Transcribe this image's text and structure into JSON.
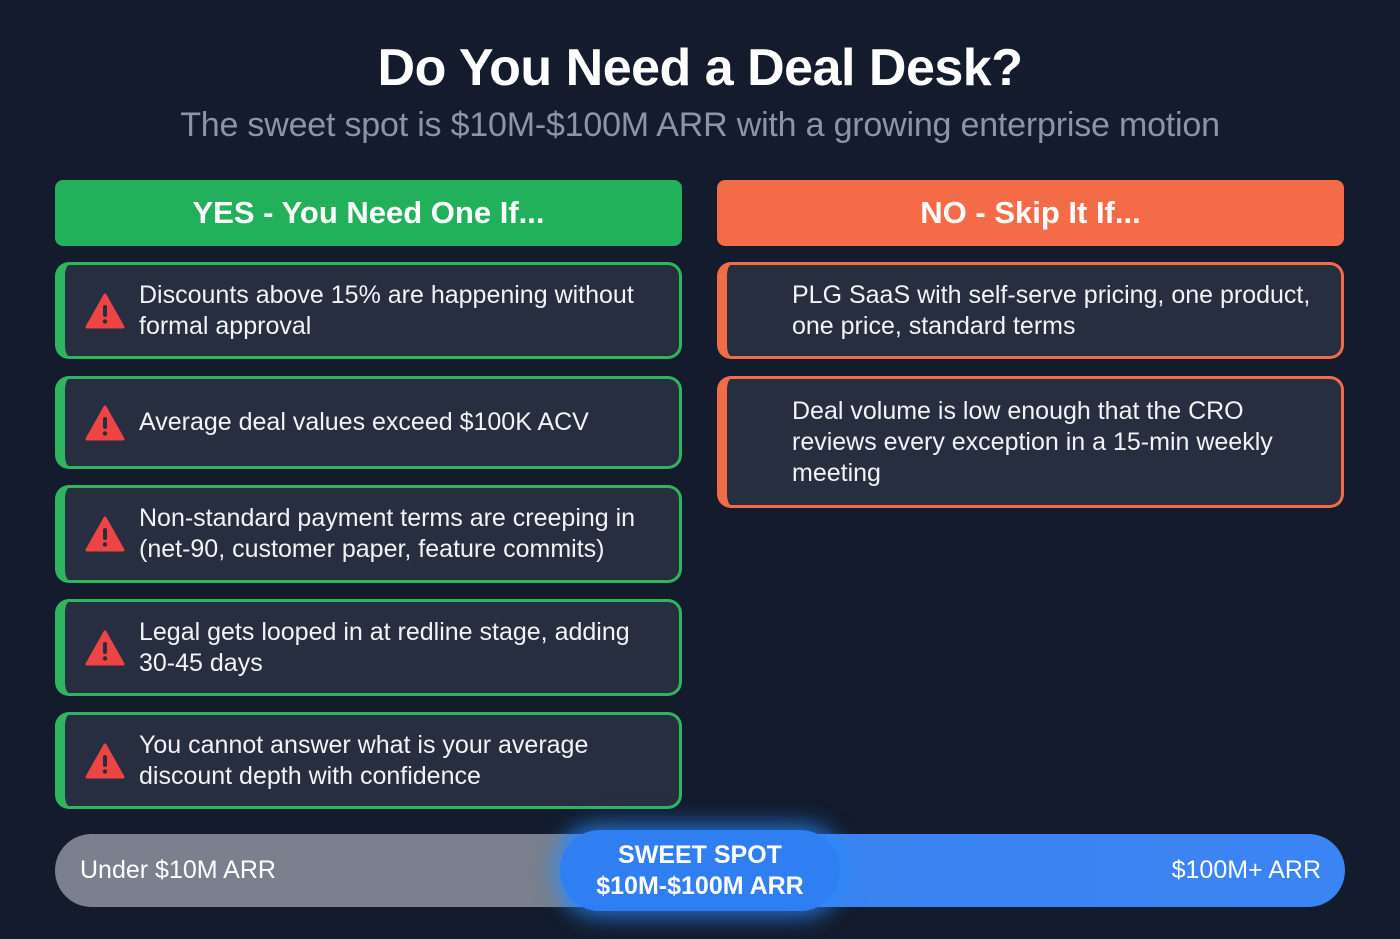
{
  "header": {
    "title": "Do You Need a Deal Desk?",
    "subtitle": "The sweet spot is $10M-$100M ARR with a growing enterprise motion"
  },
  "yes_column": {
    "title": "YES - You Need One If...",
    "color": "#22b15a",
    "items": [
      {
        "icon": "warning-icon",
        "text": "Discounts above 15% are happening without formal approval"
      },
      {
        "icon": "warning-icon",
        "text": "Average deal values exceed $100K ACV"
      },
      {
        "icon": "warning-icon",
        "text": "Non-standard payment terms are creeping in (net-90, customer paper, feature commits)"
      },
      {
        "icon": "warning-icon",
        "text": "Legal gets looped in at redline stage, adding 30-45 days"
      },
      {
        "icon": "warning-icon",
        "text": "You cannot answer what is your average discount depth with confidence"
      }
    ]
  },
  "no_column": {
    "title": "NO - Skip It If...",
    "color": "#f36b47",
    "items": [
      {
        "text": "PLG SaaS with self-serve pricing, one product, one price, standard terms"
      },
      {
        "text": "Deal volume is low enough that the CRO reviews every exception in a 15-min weekly meeting"
      }
    ]
  },
  "arr_scale": {
    "left_label": "Under $10M ARR",
    "sweet_spot_title": "SWEET SPOT",
    "sweet_spot_range": "$10M-$100M ARR",
    "right_label": "$100M+ ARR",
    "colors": {
      "low": "#7a808d",
      "sweet": "#2f7ef2",
      "high": "#3b84f3"
    }
  }
}
